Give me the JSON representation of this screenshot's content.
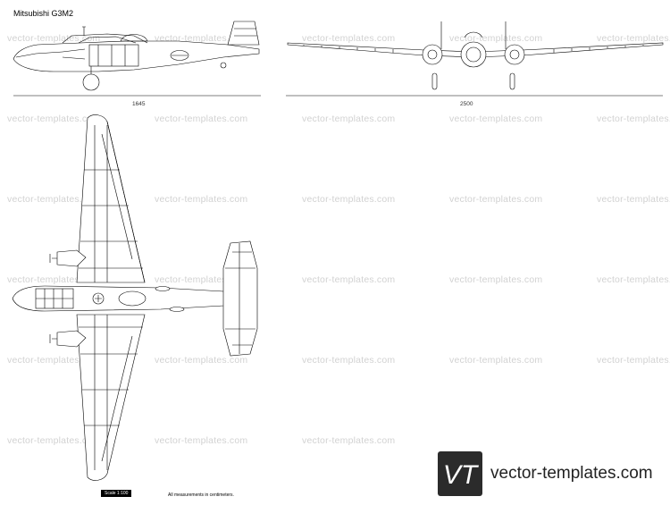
{
  "title": "Mitsubishi G3M2",
  "dimensions": {
    "side_length": "1645",
    "front_span": "2500"
  },
  "footer": {
    "scale": "Scale 1:100",
    "note": "All measurements in centimeters."
  },
  "watermark": "vector-templates.com",
  "logo": {
    "mark": "VT",
    "text": "vector-templates.com"
  },
  "colors": {
    "line": "#000000",
    "watermark": "#d2d2d2",
    "logo_bg": "#2b2b2b"
  }
}
